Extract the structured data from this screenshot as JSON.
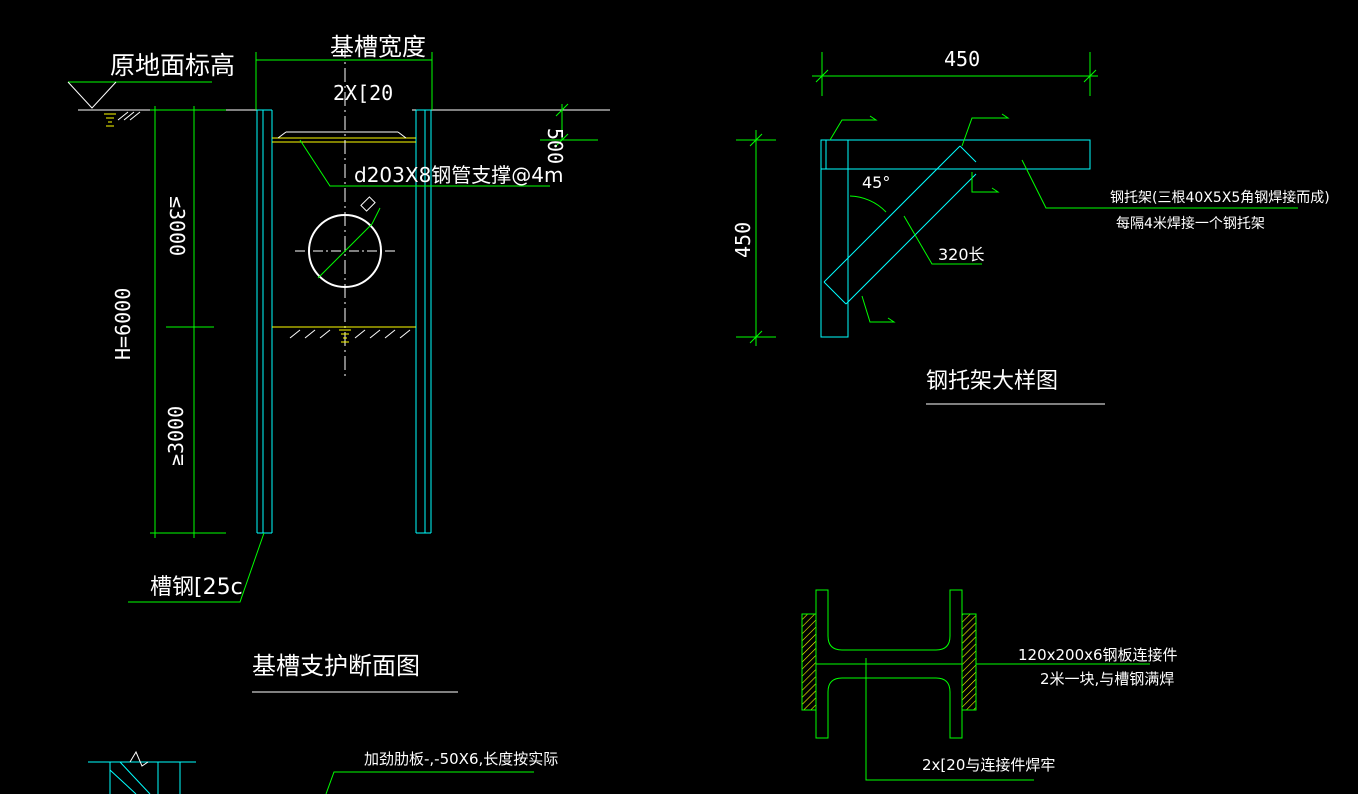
{
  "section": {
    "ground_label": "原地面标高",
    "width_label": "基槽宽度",
    "channel_pair_label": "2X[20",
    "depth_500": "500",
    "pipe_support_label": "d203X8钢管支撑@4m",
    "lower_3000": "≤3000",
    "upper_3000": "≥3000",
    "h_label": "H=6000",
    "channel_steel_label": "槽钢[25c",
    "title": "基槽支护断面图",
    "stiffener_label": "加劲肋板-,-50X6,长度按实际"
  },
  "bracket": {
    "dim_width": "450",
    "dim_height": "450",
    "angle_label": "45°",
    "brace_length": "320长",
    "note_line1": "钢托架(三根40X5X5角钢焊接而成)",
    "note_line2": "每隔4米焊接一个钢托架",
    "title": "钢托架大样图"
  },
  "joint": {
    "plate_line1": "120x200x6钢板连接件",
    "plate_line2": "2米一块,与槽钢满焊",
    "weld_label": "2x[20与连接件焊牢"
  },
  "colors": {
    "background": "#000000",
    "text": "#ffffff",
    "steel": "#00ffff",
    "dimension": "#00ff00",
    "hatch": "#ffff00"
  }
}
